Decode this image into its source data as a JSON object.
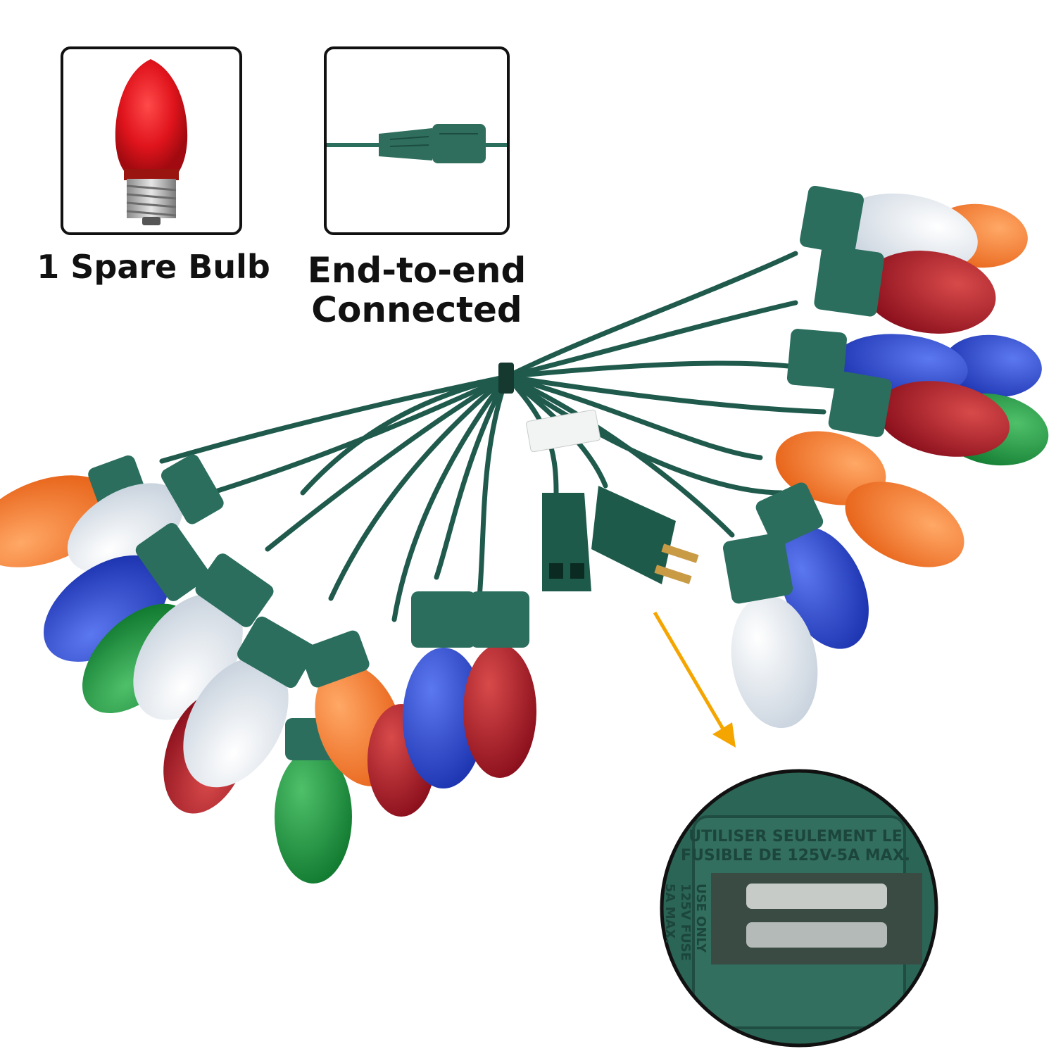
{
  "captions": {
    "spare_bulb": "1 Spare Bulb",
    "end_to_end_line1": "End-to-end",
    "end_to_end_line2": "Connected"
  },
  "fuse_label": {
    "line1": "UTILISER SEULEMENT LE",
    "line2": "FUSIBLE DE 125V-5A MAX.",
    "line3": "USE ONLY",
    "line4": "125V FUSE",
    "line5": "5A MAX."
  },
  "colors": {
    "wire": "#1f5a4c",
    "socket": "#2b6e5d",
    "bulb_red": "#a8122a",
    "bulb_orange": "#f27a2e",
    "bulb_blue": "#2a44c8",
    "bulb_white": "#eef2f6",
    "bulb_green": "#1b8a3c",
    "arrow": "#f5a500"
  }
}
